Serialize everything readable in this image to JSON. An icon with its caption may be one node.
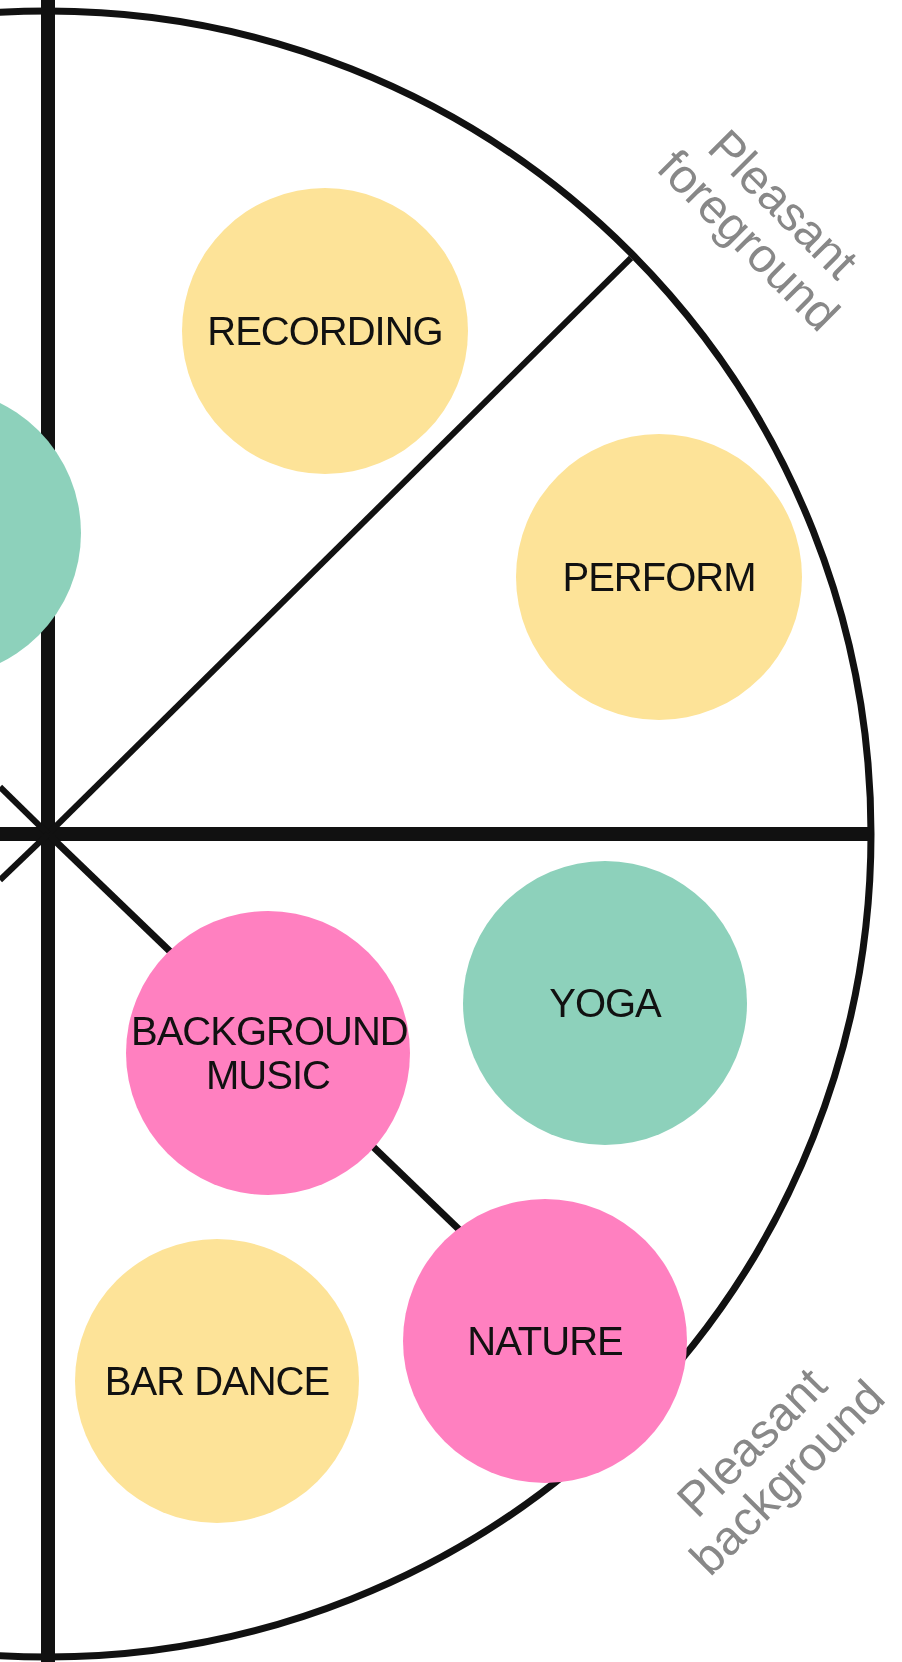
{
  "diagram": {
    "nodes": [
      {
        "text": [],
        "shape": "circle"
      },
      {
        "text": [
          "RECORDING"
        ]
      },
      {
        "text": [
          "PERFORM"
        ]
      },
      {
        "text": [
          "YOGA"
        ]
      },
      {
        "text": [
          "BACKGROUND MUSIC"
        ]
      },
      {
        "text": [
          "BAR DANCE"
        ]
      },
      {
        "text": [
          "NATURE"
        ]
      }
    ],
    "labels": [
      "Pleasant foreground",
      "Pleasant background"
    ]
  }
}
